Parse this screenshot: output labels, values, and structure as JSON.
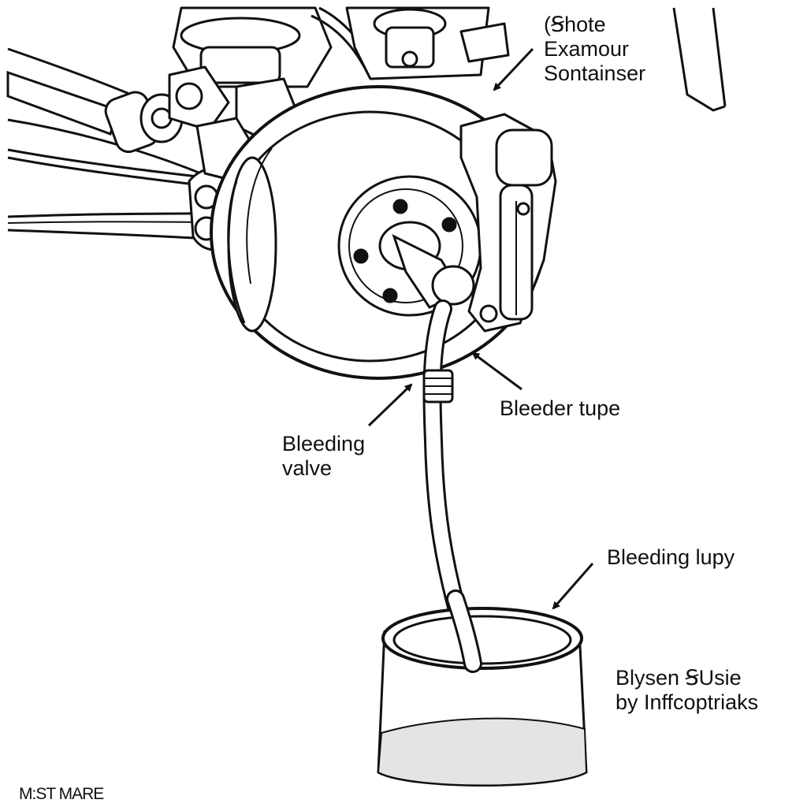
{
  "labels": {
    "caliper": [
      "(Ꞩhote",
      "Examour",
      "Sontainser"
    ],
    "bleeder_tube": "Bleeder tupe",
    "bleeding_valve": [
      "Bleeding",
      "valve"
    ],
    "bleeding_bottle": "Bleeding lupy",
    "credit": [
      "Blysen ꞨUsie",
      "by Inffcoptriaks"
    ],
    "corner_mark": "M:ST MARE"
  },
  "colors": {
    "ink": "#111111",
    "background": "#ffffff",
    "fluid": "#e4e4e4"
  }
}
